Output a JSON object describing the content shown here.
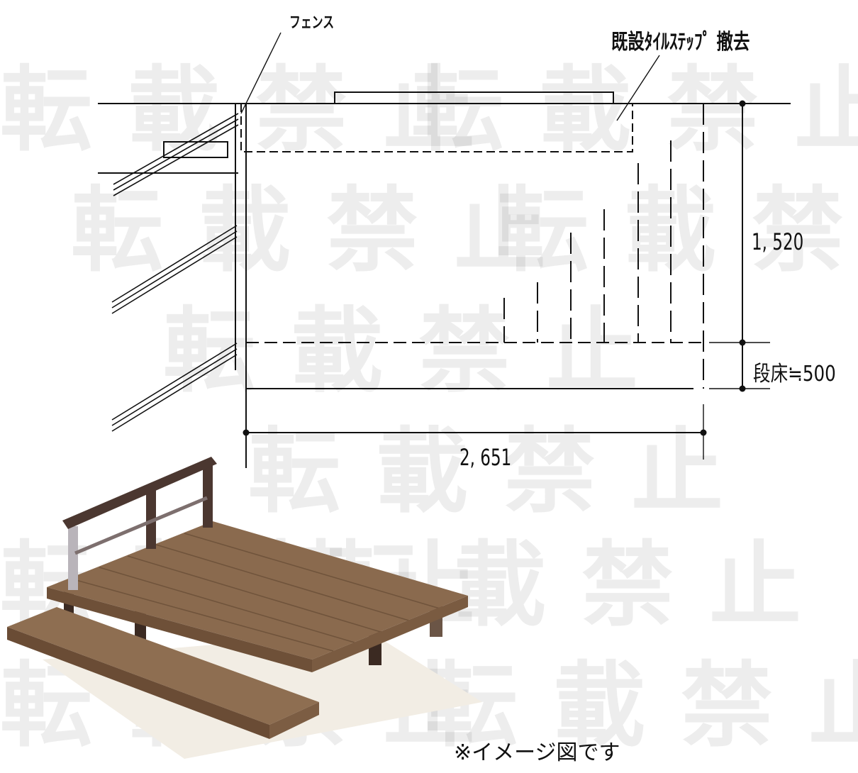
{
  "labels": {
    "fence": "フェンス",
    "removal": "既設ﾀｲﾙｽﾃｯﾌﾟ 撤去",
    "height_dim": "1, 520",
    "step_dim": "段床≒500",
    "width_dim": "2, 651",
    "note": "※イメージ図です"
  },
  "watermark": {
    "text": "転載禁止"
  },
  "colors": {
    "line": "#111111",
    "deck_top": "#8a6a4e",
    "deck_side": "#6e5038",
    "rail": "#4b3730",
    "post_light": "#b9b4ba"
  }
}
